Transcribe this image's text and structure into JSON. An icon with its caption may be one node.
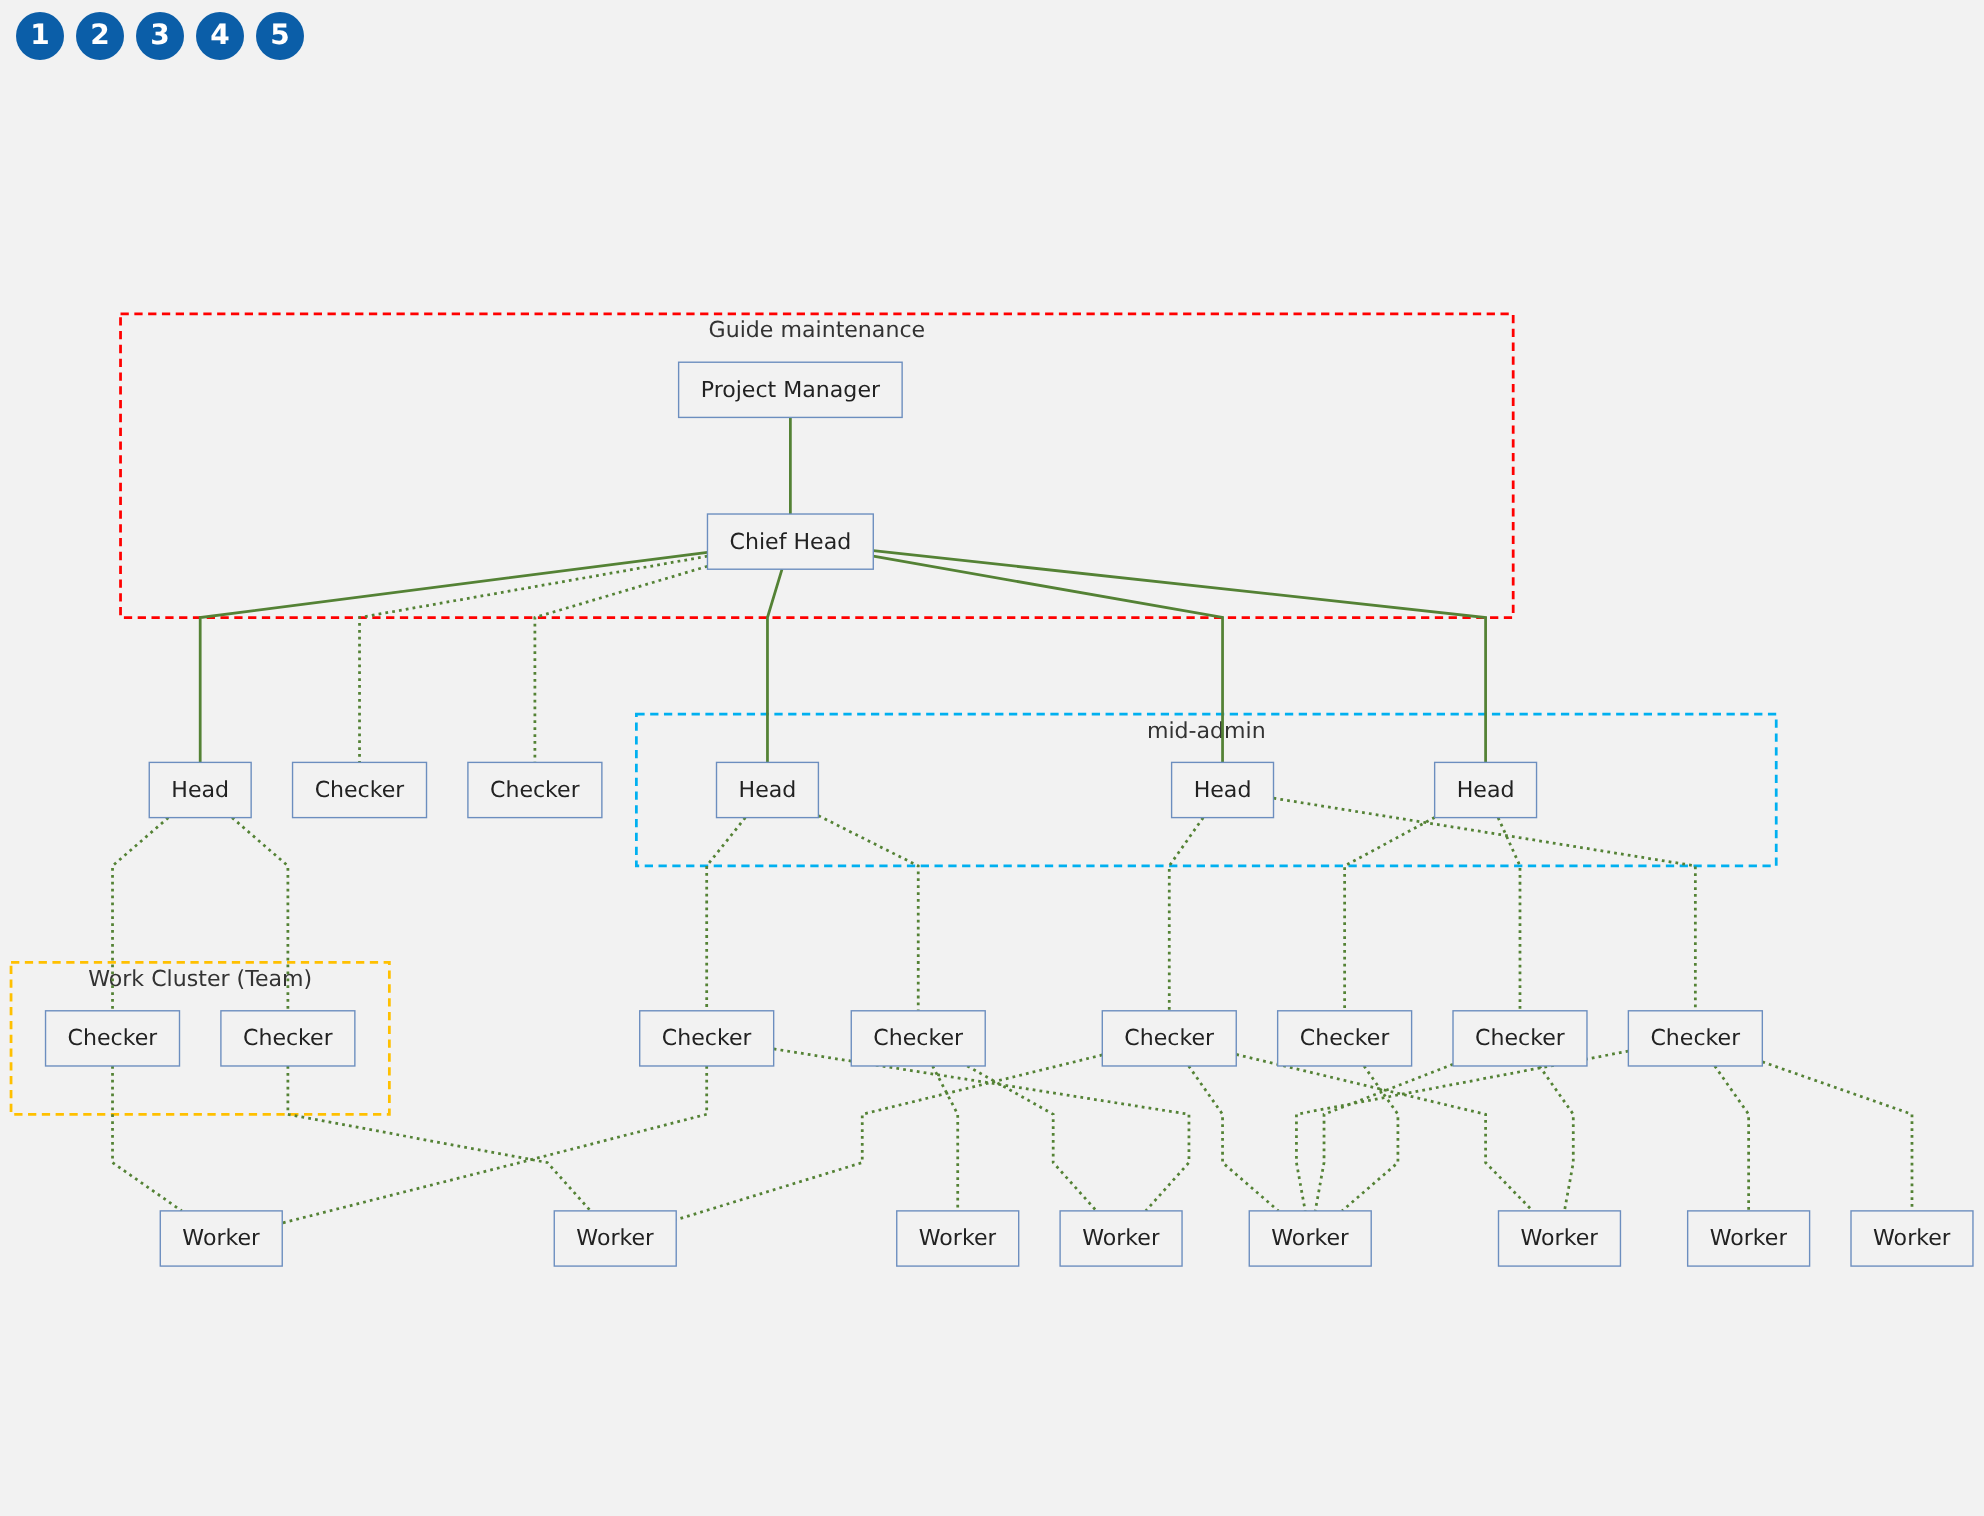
{
  "diagram": {
    "nodes": [
      {
        "text": [
          "Guide maintenance"
        ]
      },
      {
        "text": [
          "Project Manager"
        ],
        "in": 0
      },
      {
        "text": [
          "Chief Head"
        ],
        "in": 0
      },
      {
        "text": [
          "Checker"
        ]
      },
      {
        "text": [
          "Checker"
        ]
      },
      {
        "text": [
          "Work Cluster (Team)"
        ]
      },
      {
        "text": [
          "mid-admin"
        ]
      },
      {
        "text": [
          "Head"
        ]
      },
      {
        "text": [
          "Head"
        ],
        "in": 6
      },
      {
        "text": [
          "Head"
        ],
        "in": 6
      },
      {
        "text": [
          "Head"
        ],
        "in": 6
      },
      {
        "text": [
          "Checker"
        ],
        "in": 5
      },
      {
        "text": [
          "Checker"
        ],
        "in": 5
      },
      {
        "text": [
          "Checker"
        ]
      },
      {
        "text": [
          "Checker"
        ]
      },
      {
        "text": [
          "Checker"
        ]
      },
      {
        "text": [
          "Checker"
        ]
      },
      {
        "text": [
          "Checker"
        ]
      },
      {
        "text": [
          "Checker"
        ]
      },
      {
        "text": [
          "Worker"
        ]
      },
      {
        "text": [
          "Worker"
        ]
      },
      {
        "text": [
          "Worker"
        ]
      },
      {
        "text": [
          "Worker"
        ]
      },
      {
        "text": [
          "Worker"
        ]
      },
      {
        "text": [
          "Worker"
        ]
      },
      {
        "text": [
          "Worker"
        ]
      },
      {
        "text": [
          "Worker"
        ]
      }
    ],
    "edges": [
      {
        "from": 1,
        "to": 2,
        "arrow": "none"
      },
      {
        "from": 2,
        "to": 3,
        "arrow": "none",
        "style": "dashed"
      },
      {
        "from": 2,
        "to": 4,
        "arrow": "none",
        "style": "dashed"
      },
      {
        "from": 2,
        "to": 7,
        "arrow": "none"
      },
      {
        "from": 2,
        "to": 8,
        "arrow": "none"
      },
      {
        "from": 2,
        "to": 9,
        "arrow": "none"
      },
      {
        "from": 2,
        "to": 10,
        "arrow": "none"
      },
      {
        "from": 7,
        "to": 11,
        "arrow": "none",
        "style": "dashed"
      },
      {
        "from": 7,
        "to": 12,
        "arrow": "none",
        "style": "dashed"
      },
      {
        "from": 8,
        "to": 13,
        "arrow": "none",
        "style": "dashed"
      },
      {
        "from": 8,
        "to": 14,
        "arrow": "none",
        "style": "dashed"
      },
      {
        "from": 9,
        "to": 15,
        "arrow": "none",
        "style": "dashed"
      },
      {
        "from": 9,
        "to": 16,
        "arrow": "none",
        "style": "dashed"
      },
      {
        "from": 10,
        "to": 17,
        "arrow": "none",
        "style": "dashed"
      },
      {
        "from": 10,
        "to": 18,
        "arrow": "none",
        "style": "dashed"
      },
      {
        "from": 11,
        "to": 19,
        "arrow": "none",
        "style": "dashed"
      },
      {
        "from": 12,
        "to": 21,
        "arrow": "none",
        "style": "dashed"
      },
      {
        "from": 13,
        "to": 20,
        "arrow": "none",
        "style": "dashed"
      },
      {
        "from": 13,
        "to": 22,
        "arrow": "none",
        "style": "dashed"
      },
      {
        "from": 14,
        "to": 19,
        "arrow": "none",
        "style": "dashed"
      },
      {
        "from": 14,
        "to": 22,
        "arrow": "none",
        "style": "dashed"
      },
      {
        "from": 15,
        "to": 21,
        "arrow": "none",
        "style": "dashed"
      },
      {
        "from": 15,
        "to": 23,
        "arrow": "none",
        "style": "dashed"
      },
      {
        "from": 15,
        "to": 24,
        "arrow": "none",
        "style": "dashed"
      },
      {
        "from": 16,
        "to": 23,
        "arrow": "none",
        "style": "dashed"
      },
      {
        "from": 16,
        "to": 25,
        "arrow": "none",
        "style": "dashed"
      },
      {
        "from": 16,
        "to": 26,
        "arrow": "none",
        "style": "dashed"
      },
      {
        "from": 17,
        "to": 23,
        "arrow": "none",
        "style": "dashed"
      },
      {
        "from": 17,
        "to": 24,
        "arrow": "none",
        "style": "dashed"
      },
      {
        "from": 18,
        "to": 23,
        "arrow": "none",
        "style": "dashed"
      }
    ],
    "labels": [
      "1",
      "2",
      "3",
      "4",
      "5"
    ]
  }
}
